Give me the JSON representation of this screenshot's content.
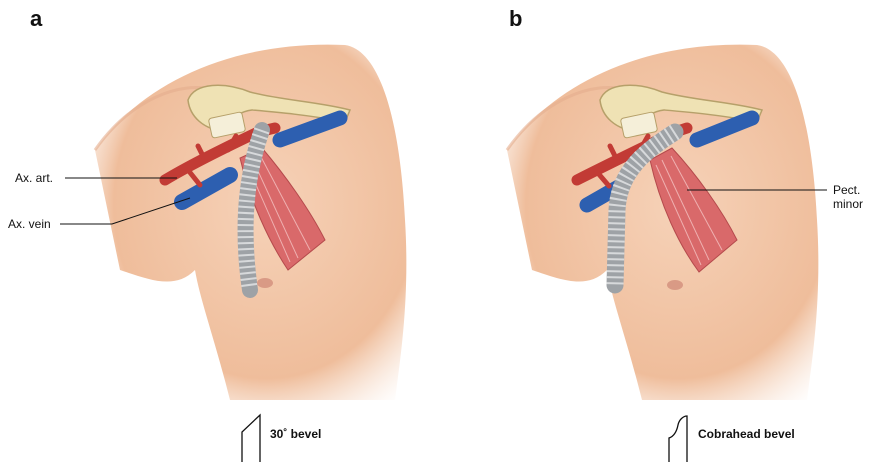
{
  "panels": [
    {
      "letter": "a",
      "labels": {
        "artery": "Ax. art.",
        "vein": "Ax. vein"
      },
      "caption": "30˚ bevel",
      "graft_tip_shape": "30-degree-bevel-icon"
    },
    {
      "letter": "b",
      "labels": {
        "muscle_line1": "Pect.",
        "muscle_line2": "minor"
      },
      "caption": "Cobrahead bevel",
      "graft_tip_shape": "cobrahead-bevel-icon"
    }
  ],
  "colors": {
    "skin": "#f3c6a6",
    "skin_shadow": "#e2a582",
    "artery": "#c23b35",
    "vein": "#2d5fb0",
    "graft": "#9ea2a6",
    "bone": "#efe2b4",
    "muscle": "#d9696a"
  }
}
